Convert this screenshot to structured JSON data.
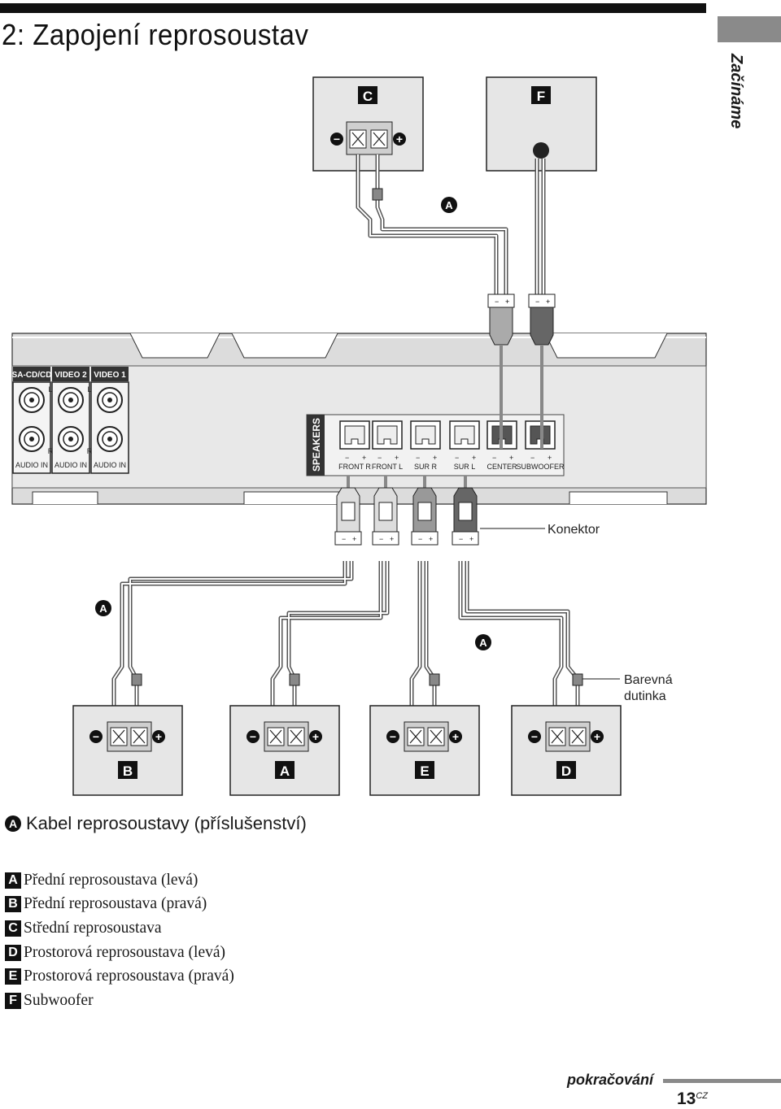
{
  "page": {
    "title": "2: Zapojení reprosoustav",
    "side_tab": "Začínáme",
    "continue_label": "pokračování",
    "page_number": "13",
    "page_suffix": "CZ"
  },
  "diagram": {
    "top_speakers": [
      {
        "letter": "C"
      },
      {
        "letter": "F"
      }
    ],
    "bottom_speakers": [
      {
        "letter": "B"
      },
      {
        "letter": "A"
      },
      {
        "letter": "E"
      },
      {
        "letter": "D"
      }
    ],
    "cable_marker": "A",
    "receiver": {
      "inputs": [
        "SA-CD/CD",
        "VIDEO 2",
        "VIDEO 1"
      ],
      "input_label": "AUDIO IN",
      "channel_l": "L",
      "channel_r": "R",
      "speakers_label": "SPEAKERS",
      "terminals": [
        "FRONT R",
        "FRONT L",
        "SUR R",
        "SUR L",
        "CENTER",
        "SUBWOOFER"
      ]
    },
    "polarity_minus": "−",
    "polarity_plus": "+",
    "callout_connector": "Konektor",
    "callout_sleeve_line1": "Barevná",
    "callout_sleeve_line2": "dutinka"
  },
  "legend": {
    "cable_badge": "A",
    "cable_text": "Kabel reprosoustavy (příslušenství)",
    "items": [
      {
        "badge": "A",
        "text": "Přední reprosoustava (levá)"
      },
      {
        "badge": "B",
        "text": "Přední reprosoustava (pravá)"
      },
      {
        "badge": "C",
        "text": "Střední reprosoustava"
      },
      {
        "badge": "D",
        "text": "Prostorová reprosoustava (levá)"
      },
      {
        "badge": "E",
        "text": "Prostorová reprosoustava (pravá)"
      },
      {
        "badge": "F",
        "text": "Subwoofer"
      }
    ]
  }
}
